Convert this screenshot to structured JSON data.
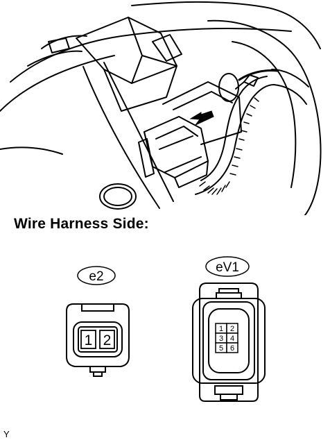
{
  "section_title": "Wire Harness Side:",
  "connectors": [
    {
      "label": "e2",
      "pins": [
        "1",
        "2"
      ]
    },
    {
      "label": "eV1",
      "pins": [
        "1",
        "2",
        "3",
        "4",
        "5",
        "6"
      ]
    }
  ],
  "footer_code": "Y"
}
